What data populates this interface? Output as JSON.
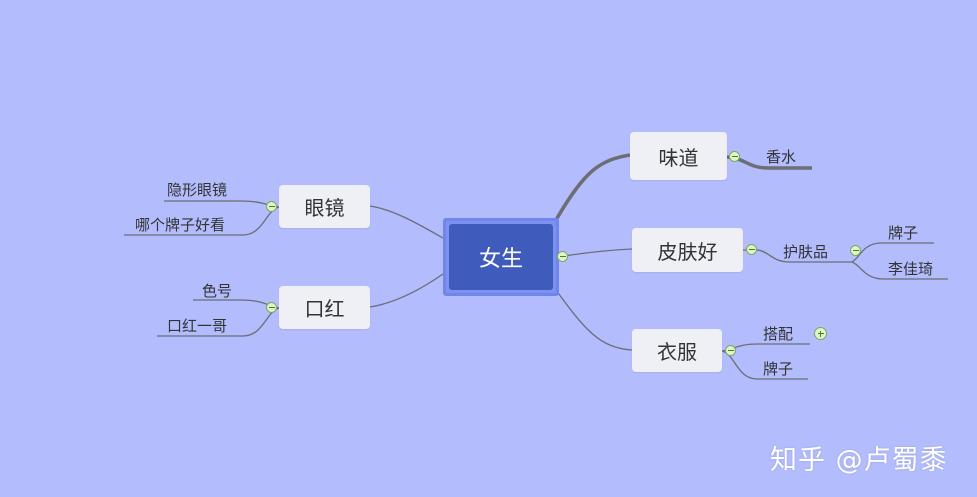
{
  "root": {
    "label": "女生"
  },
  "branches": {
    "weidao": {
      "label": "味道",
      "children": {
        "xiangshui": "香水"
      }
    },
    "pifuhao": {
      "label": "皮肤好",
      "children": {
        "hufupin": "护肤品",
        "paizi": "牌子",
        "lijiaqi": "李佳琦"
      }
    },
    "yifu": {
      "label": "衣服",
      "children": {
        "dapei": "搭配",
        "paizi": "牌子"
      }
    },
    "yanjing": {
      "label": "眼镜",
      "children": {
        "yinxing": "隐形眼镜",
        "nage": "哪个牌子好看"
      }
    },
    "kouhong": {
      "label": "口红",
      "children": {
        "sehao": "色号",
        "yige": "口红一哥"
      }
    }
  },
  "watermark": "知乎 @卢蜀黍",
  "colors": {
    "background": "#b3bcfd",
    "root": "#3f5cbc",
    "node": "#eef0f6",
    "connector": "#6d6d74"
  }
}
